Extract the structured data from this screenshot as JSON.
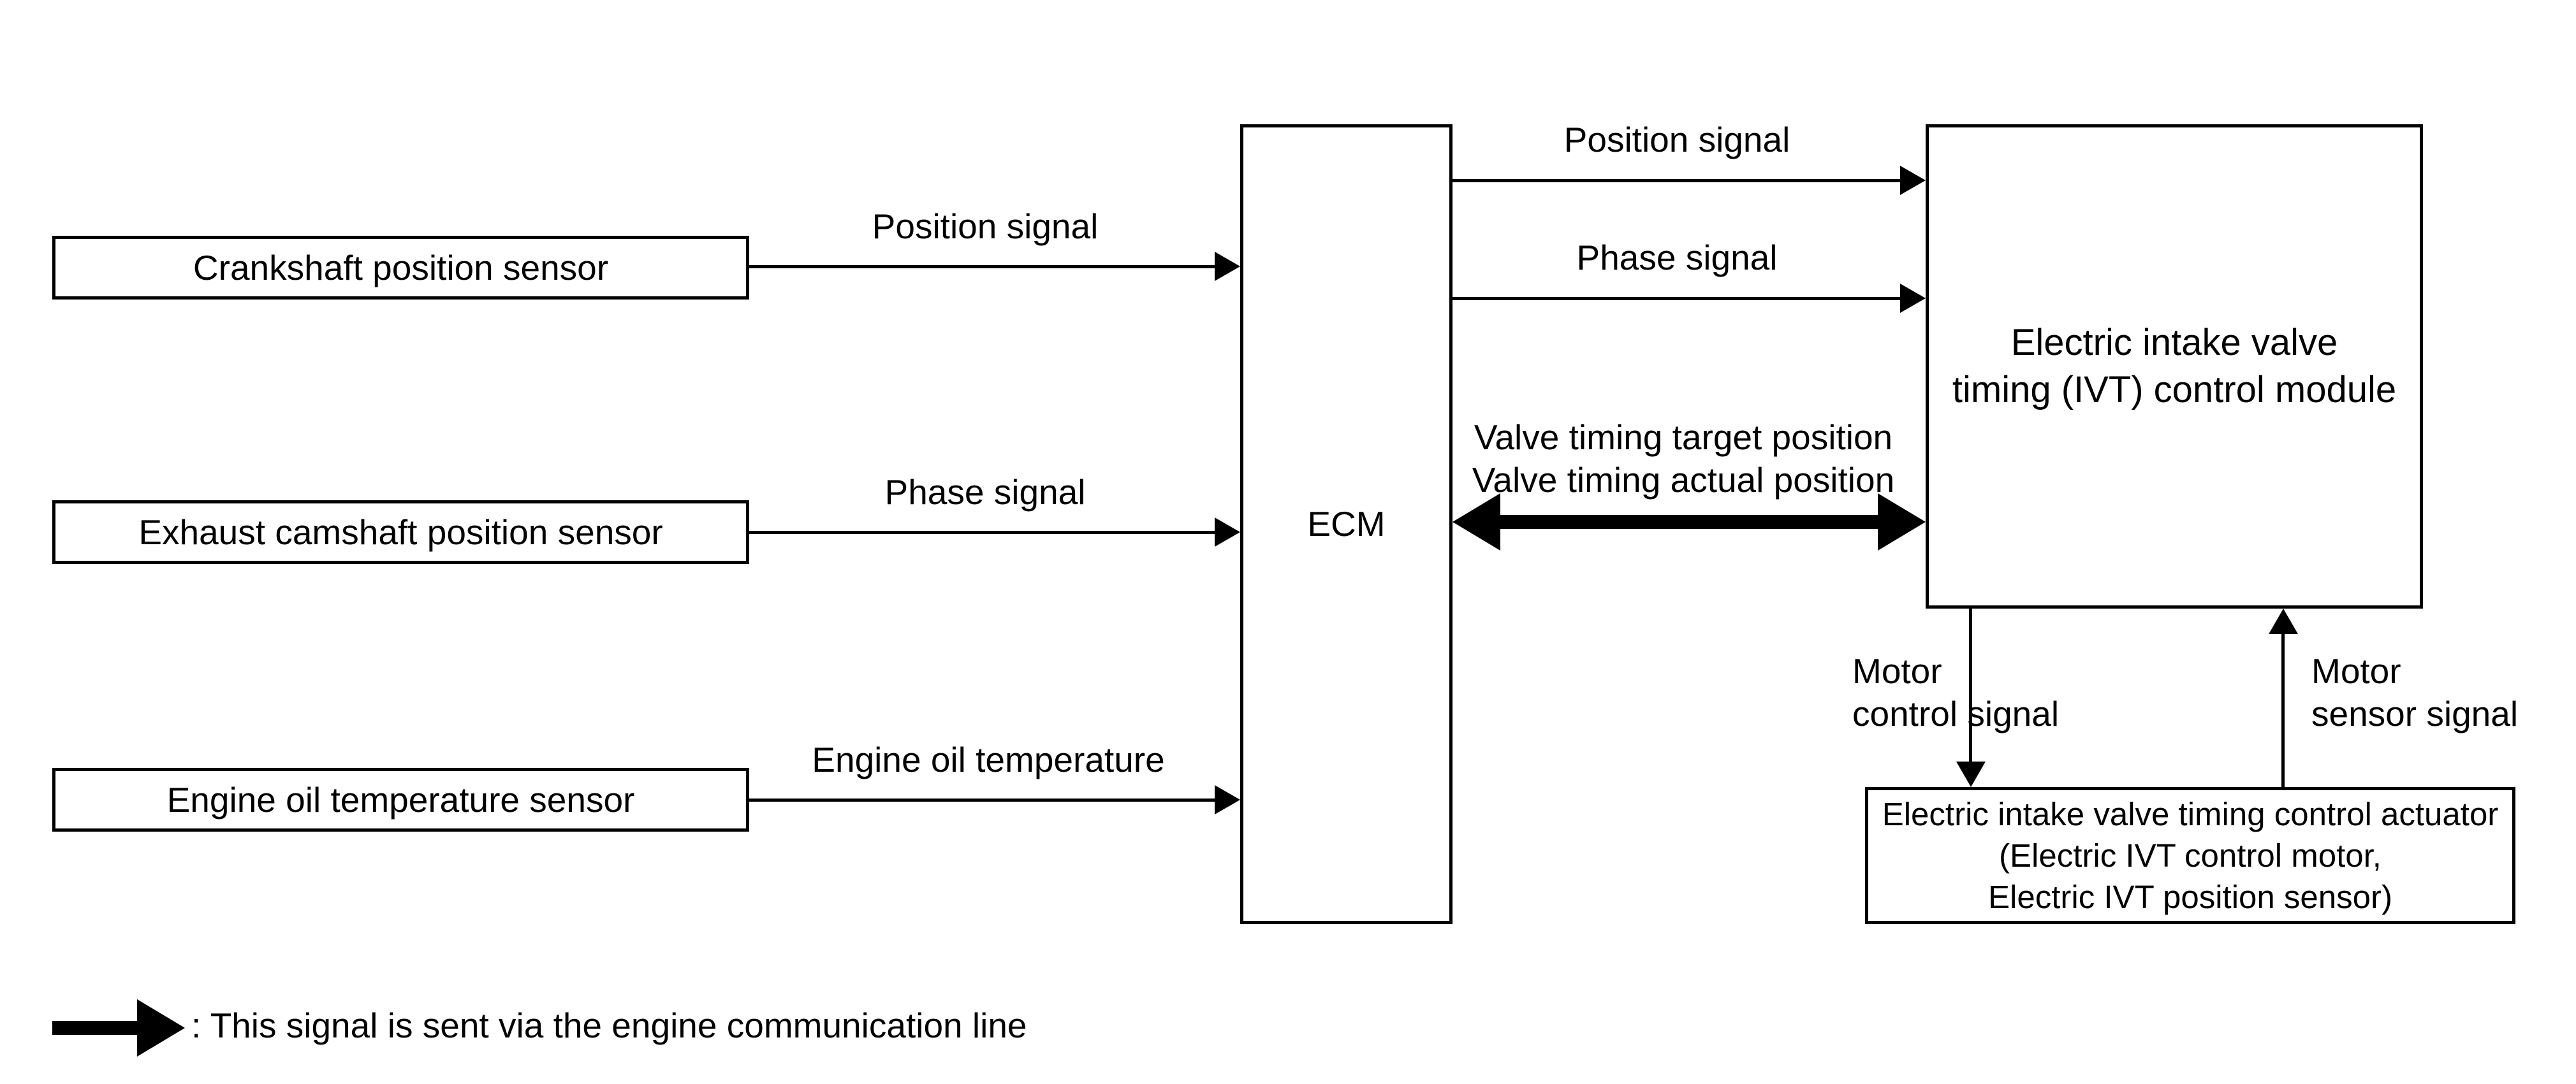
{
  "diagram": {
    "title": "Electric intake valve timing (IVT) control system block diagram",
    "accent_color": "#000000",
    "background_color": "#ffffff"
  },
  "sensors": [
    {
      "id": "crankshaft-position-sensor",
      "label": "Crankshaft position sensor"
    },
    {
      "id": "exhaust-camshaft-position-sensor",
      "label": "Exhaust camshaft position sensor"
    },
    {
      "id": "engine-oil-temperature-sensor",
      "label": "Engine oil temperature sensor"
    }
  ],
  "ecm": {
    "label": "ECM"
  },
  "ivt_module": {
    "label": "Electric intake valve\ntiming (IVT) control module"
  },
  "actuator": {
    "label": "Electric intake valve timing control actuator\n(Electric IVT control motor,\nElectric IVT position sensor)"
  },
  "signals": {
    "sensor_to_ecm": [
      {
        "id": "crankshaft-position-signal",
        "label": "Position signal"
      },
      {
        "id": "exhaust-phase-signal",
        "label": "Phase signal"
      },
      {
        "id": "engine-oil-temperature-signal",
        "label": "Engine oil temperature"
      }
    ],
    "ecm_to_module": [
      {
        "id": "module-position-signal",
        "label": "Position signal"
      },
      {
        "id": "module-phase-signal",
        "label": "Phase signal"
      }
    ],
    "bidirectional": {
      "id": "valve-timing-positions",
      "label": "Valve timing target position\nValve timing actual position"
    },
    "module_to_actuator": {
      "id": "motor-control-signal",
      "label": "Motor\ncontrol signal"
    },
    "actuator_to_module": {
      "id": "motor-sensor-signal",
      "label": "Motor\nsensor signal"
    }
  },
  "legend": {
    "icon": "bold-right-arrow-icon",
    "text": ": This signal is sent via the engine communication line"
  }
}
